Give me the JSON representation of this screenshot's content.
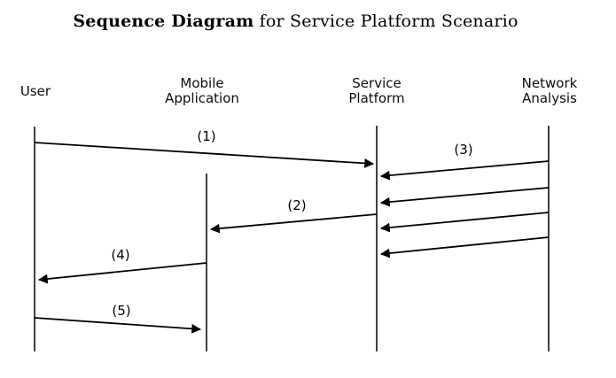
{
  "title": {
    "bold": "Sequence Diagram",
    "rest": " for Service Platform Scenario"
  },
  "actors": [
    {
      "id": "user",
      "lines": [
        "User"
      ]
    },
    {
      "id": "mobile-application",
      "lines": [
        "Mobile",
        "Application"
      ]
    },
    {
      "id": "service-platform",
      "lines": [
        "Service",
        "Platform"
      ]
    },
    {
      "id": "network-analysis",
      "lines": [
        "Network",
        "Analysis"
      ]
    }
  ],
  "messages": [
    {
      "label": "(1)",
      "from": "User",
      "to": "Service Platform",
      "direction": "right",
      "arrows": 1
    },
    {
      "label": "(2)",
      "from": "Service Platform",
      "to": "Mobile Application",
      "direction": "left",
      "arrows": 1
    },
    {
      "label": "(3)",
      "from": "Network Analysis",
      "to": "Service Platform",
      "direction": "left",
      "arrows": 4
    },
    {
      "label": "(4)",
      "from": "Mobile Application",
      "to": "User",
      "direction": "left",
      "arrows": 1
    },
    {
      "label": "(5)",
      "from": "User",
      "to": "Mobile Application",
      "direction": "right",
      "arrows": 1
    }
  ],
  "colors": {
    "ink": "#000000",
    "background": "#ffffff"
  }
}
